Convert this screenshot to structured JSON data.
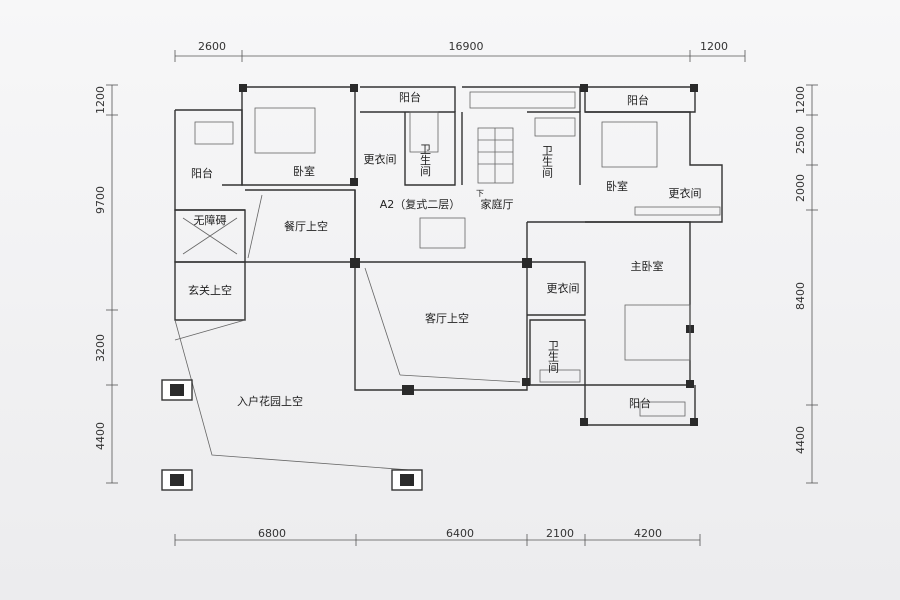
{
  "dimensions": {
    "top": [
      "2600",
      "16900",
      "1200"
    ],
    "bottom": [
      "6800",
      "6400",
      "2100",
      "4200"
    ],
    "left": [
      "1200",
      "9700",
      "3200",
      "4400"
    ],
    "right": [
      "1200",
      "2500",
      "2000",
      "8400",
      "4400"
    ]
  },
  "rooms": {
    "balcony_top_left": "阳台",
    "balcony_top_right": "阳台",
    "balcony_left": "阳台",
    "balcony_bottom_right": "阳台",
    "bedroom_left": "卧室",
    "bedroom_right": "卧室",
    "closet_left": "更衣间",
    "closet_right": "更衣间",
    "closet_master": "更衣间",
    "bath_left": "卫生间",
    "bath_center": "卫生间",
    "bath_master": "卫生间",
    "accessible": "无障碍",
    "dining_void": "餐厅上空",
    "plan_label": "A2（复式二层）",
    "family_hall": "家庭厅",
    "stair_down": "下",
    "master_bedroom": "主卧室",
    "entrance_void": "玄关上空",
    "living_void": "客厅上空",
    "garden_void": "入户花园上空"
  },
  "colors": {
    "wall": "#333333",
    "column": "#2a2a2a",
    "background": "#f4f4f5"
  }
}
